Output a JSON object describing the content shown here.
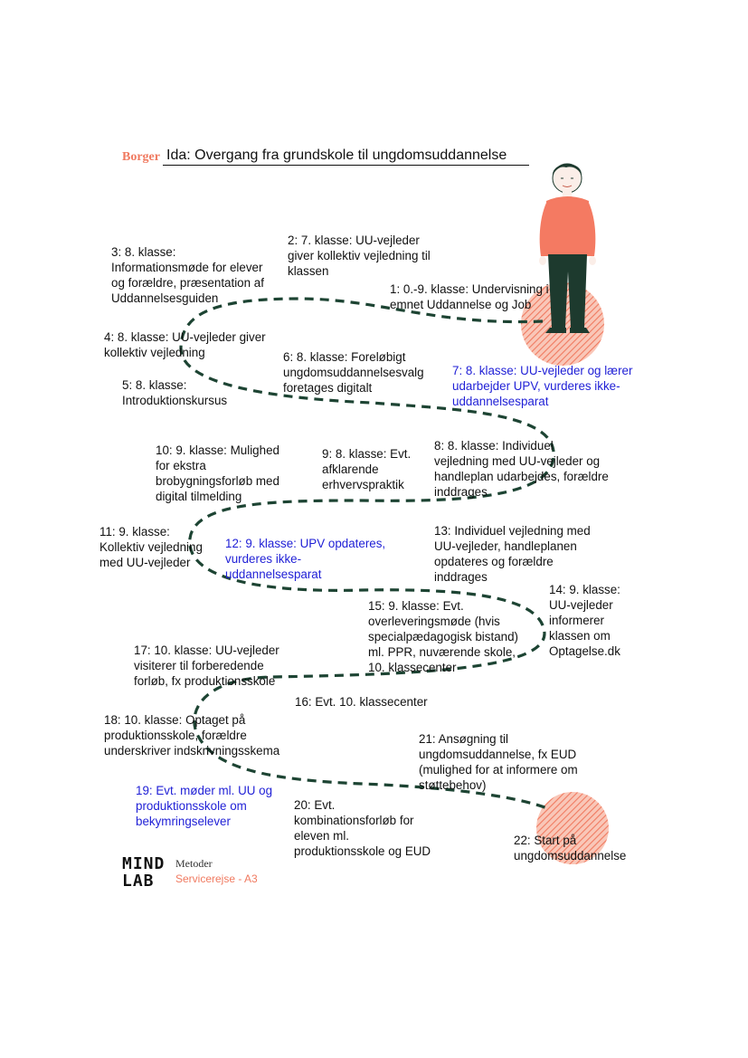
{
  "header": {
    "label": "Borger",
    "title": "Ida: Overgang fra grundskole til ungdomsuddannelse"
  },
  "steps": [
    {
      "id": "step-1",
      "text": "1: 0.-9. klasse: Undervisning i\nemnet Uddannelse og Job",
      "highlight": false
    },
    {
      "id": "step-2",
      "text": "2: 7. klasse: UU-vejleder\ngiver kollektiv vejledning til\nklassen",
      "highlight": false
    },
    {
      "id": "step-3",
      "text": "3: 8. klasse:\nInformationsmøde for elever\nog forældre, præsentation af\nUddannelsesguiden",
      "highlight": false
    },
    {
      "id": "step-4",
      "text": "4: 8. klasse: UU-vejleder giver\nkollektiv vejledning",
      "highlight": false
    },
    {
      "id": "step-5",
      "text": "5: 8. klasse:\nIntroduktionskursus",
      "highlight": false
    },
    {
      "id": "step-6",
      "text": "6: 8. klasse: Foreløbigt\nungdomsuddannelsesvalg\nforetages digitalt",
      "highlight": false
    },
    {
      "id": "step-7",
      "text": "7: 8. klasse: UU-vejleder og lærer\nudarbejder UPV, vurderes ikke-\nuddannelsesparat",
      "highlight": true
    },
    {
      "id": "step-8",
      "text": "8: 8. klasse: Individuel\nvejledning med UU-vejleder og\nhandleplan udarbejdes, forældre\ninddrages",
      "highlight": false
    },
    {
      "id": "step-9",
      "text": "9: 8. klasse: Evt.\nafklarende\nerhvervspraktik",
      "highlight": false
    },
    {
      "id": "step-10",
      "text": "10: 9. klasse: Mulighed\nfor ekstra\nbrobygningsforløb med\ndigital tilmelding",
      "highlight": false
    },
    {
      "id": "step-11",
      "text": "11: 9. klasse:\nKollektiv vejledning\nmed UU-vejleder",
      "highlight": false
    },
    {
      "id": "step-12",
      "text": "12: 9. klasse: UPV opdateres,\nvurderes ikke-\nuddannelsesparat",
      "highlight": true
    },
    {
      "id": "step-13",
      "text": "13: Individuel vejledning med\nUU-vejleder, handleplanen\nopdateres og forældre\ninddrages",
      "highlight": false
    },
    {
      "id": "step-14",
      "text": "14: 9. klasse:\nUU-vejleder\ninformerer\nklassen om\nOptagelse.dk",
      "highlight": false
    },
    {
      "id": "step-15",
      "text": "15: 9. klasse: Evt.\noverleveringsmøde (hvis\nspecialpædagogisk bistand)\nml. PPR, nuværende skole,\n10. klassecenter",
      "highlight": false
    },
    {
      "id": "step-16",
      "text": "16: Evt. 10. klassecenter",
      "highlight": false
    },
    {
      "id": "step-17",
      "text": "17: 10. klasse: UU-vejleder\nvisiterer til forberedende\nforløb, fx produktionsskole",
      "highlight": false
    },
    {
      "id": "step-18",
      "text": "18: 10. klasse: Optaget på\nproduktionsskole, forældre\nunderskriver indskrivningsskema",
      "highlight": false
    },
    {
      "id": "step-19",
      "text": "19: Evt. møder ml. UU og\nproduktionsskole om\nbekymringselever",
      "highlight": true
    },
    {
      "id": "step-20",
      "text": "20: Evt.\nkombinationsforløb for\neleven ml.\nproduktionsskole og EUD",
      "highlight": false
    },
    {
      "id": "step-21",
      "text": "21: Ansøgning til\nungdomsuddannelse, fx EUD\n(mulighed for at informere om\nstøttebehov)",
      "highlight": false
    },
    {
      "id": "step-22",
      "text": "22: Start på\nungdomsuddannelse",
      "highlight": false
    }
  ],
  "footer": {
    "logo_text": "MIND\nLAB",
    "method_label": "Metoder",
    "service_label": "Servicerejse - A3"
  },
  "colors": {
    "accent": "#f07a60",
    "path": "#1d4433",
    "highlight_text": "#1f1fd6",
    "figure_shirt": "#f47a62",
    "figure_pants": "#1d3a2e"
  }
}
